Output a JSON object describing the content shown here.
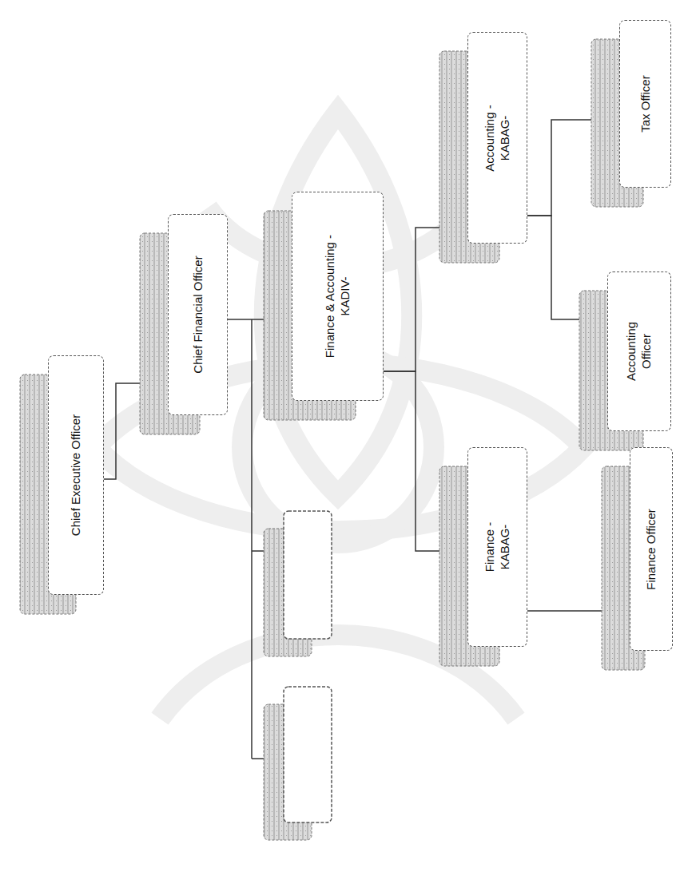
{
  "diagram": {
    "nodes": [
      {
        "text": [
          "Chief Executive Officer"
        ]
      },
      {
        "text": [
          "Chief Financial Officer"
        ]
      },
      {
        "text": [
          "Finance & Accounting -KADIV-"
        ]
      },
      {
        "text": [
          "Finance -KABAG-"
        ]
      },
      {
        "text": [
          "Accounting -KABAG-"
        ]
      },
      {
        "text": [
          "Finance Officer"
        ]
      },
      {
        "text": [
          "Accounting Officer"
        ]
      },
      {
        "text": [
          "Tax Officer"
        ]
      }
    ],
    "edges": [
      {
        "from": 0,
        "to": 1,
        "arrow": "none"
      },
      {
        "from": 1,
        "to": 2,
        "arrow": "none"
      },
      {
        "from": 2,
        "to": 3,
        "arrow": "none"
      },
      {
        "from": 2,
        "to": 4,
        "arrow": "none"
      },
      {
        "from": 3,
        "to": 5,
        "arrow": "none"
      },
      {
        "from": 4,
        "to": 6,
        "arrow": "none"
      },
      {
        "from": 4,
        "to": 7,
        "arrow": "none"
      }
    ]
  }
}
